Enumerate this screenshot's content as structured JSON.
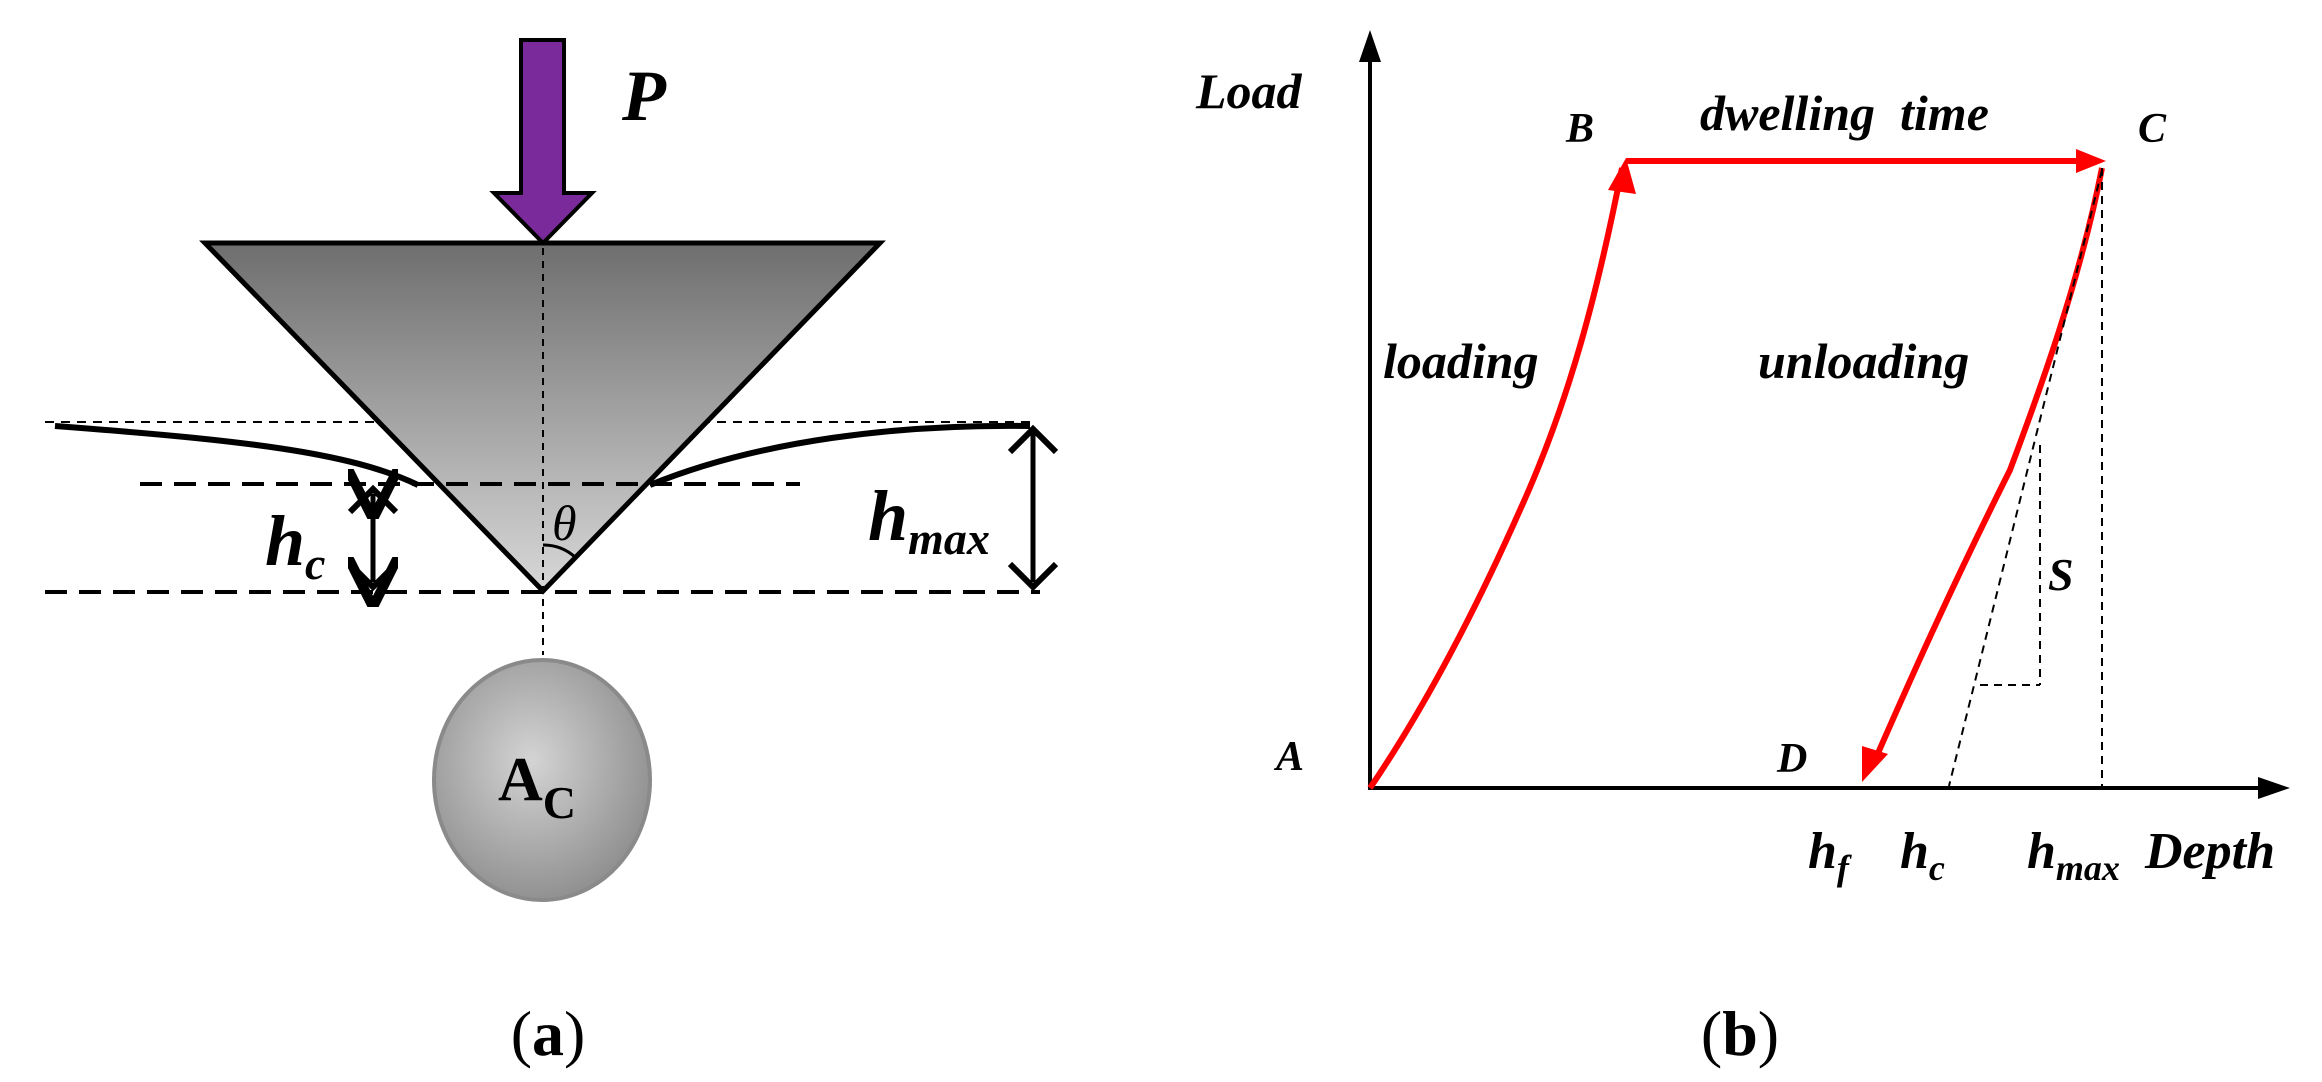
{
  "panel_a": {
    "force_label": "P",
    "hc_label": "h",
    "hc_sub": "c",
    "hmax_label": "h",
    "hmax_sub": "max",
    "theta_label": "θ",
    "area_label": "A",
    "area_sub": "C",
    "caption_open": "(",
    "caption_letter": "a",
    "caption_close": ")",
    "colors": {
      "force_arrow": "#7b2a9c",
      "indenter": "#8a8a8a",
      "contact_area": "#a9a9a9"
    }
  },
  "panel_b": {
    "y_label": "Load",
    "x_label": "Depth",
    "point_a": "A",
    "point_b": "B",
    "point_c": "C",
    "point_d": "D",
    "dwell_label": "dwelling  time",
    "loading_label": "loading",
    "unloading_label": "unloading",
    "stiffness_label": "S",
    "hf_label": "h",
    "hf_sub": "f",
    "hc_label": "h",
    "hc_sub": "c",
    "hmax_label": "h",
    "hmax_sub": "max",
    "caption_open": "(",
    "caption_letter": "b",
    "caption_close": ")",
    "colors": {
      "curve": "#ff0000",
      "axes": "#000000"
    }
  }
}
